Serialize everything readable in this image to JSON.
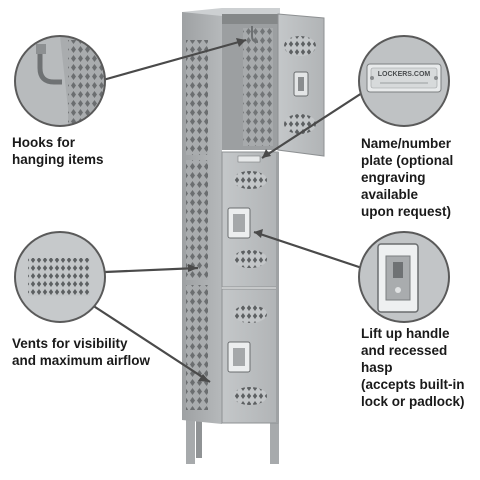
{
  "callouts": {
    "hooks": "Hooks for\nhanging items",
    "vents": "Vents for visibility\nand maximum airflow",
    "plate": "Name/number\nplate (optional\nengraving available\nupon request)",
    "hasp": "Lift up handle\nand recessed hasp\n(accepts built-in\nlock or padlock)"
  },
  "nameplate_text": "LOCKERS.COM",
  "colors": {
    "locker_body": "#b9bcbe",
    "locker_shadow": "#8e9193",
    "vent": "#5d6062",
    "callout_line": "#4a4a4a",
    "text": "#1a1a1a"
  }
}
